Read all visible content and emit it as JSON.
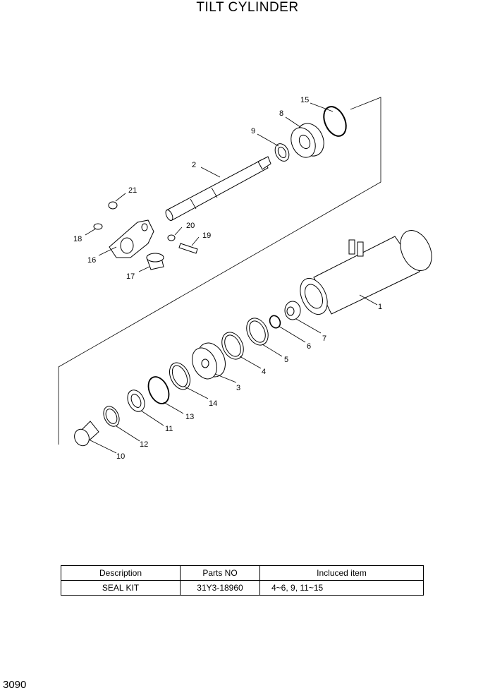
{
  "page": {
    "title": "TILT CYLINDER",
    "page_number": "3090"
  },
  "callouts": [
    "1",
    "2",
    "3",
    "4",
    "5",
    "6",
    "7",
    "8",
    "9",
    "10",
    "11",
    "12",
    "13",
    "14",
    "15",
    "16",
    "17",
    "18",
    "19",
    "20",
    "21"
  ],
  "table": {
    "headers": [
      "Description",
      "Parts NO",
      "Incluced item"
    ],
    "rows": [
      [
        "SEAL KIT",
        "31Y3-18960",
        "4~6, 9, 11~15"
      ]
    ]
  }
}
